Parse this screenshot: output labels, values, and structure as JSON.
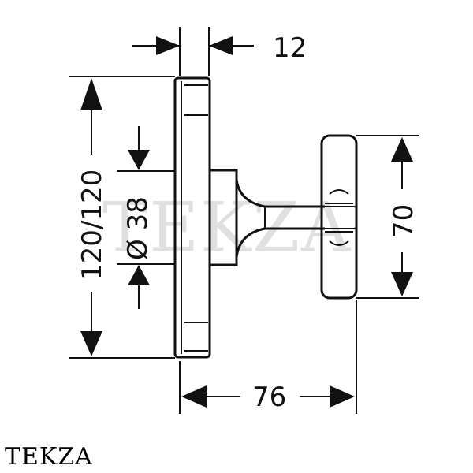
{
  "dimensions": {
    "depth_plate": "12",
    "height_plate": "120/120",
    "diameter_hub": "Ø 38",
    "handle_height": "70",
    "total_depth": "76"
  },
  "watermark": "TEKZA",
  "brand_label": "TEKZA",
  "colors": {
    "line": "#111111",
    "watermark": "#c8c8c8"
  }
}
